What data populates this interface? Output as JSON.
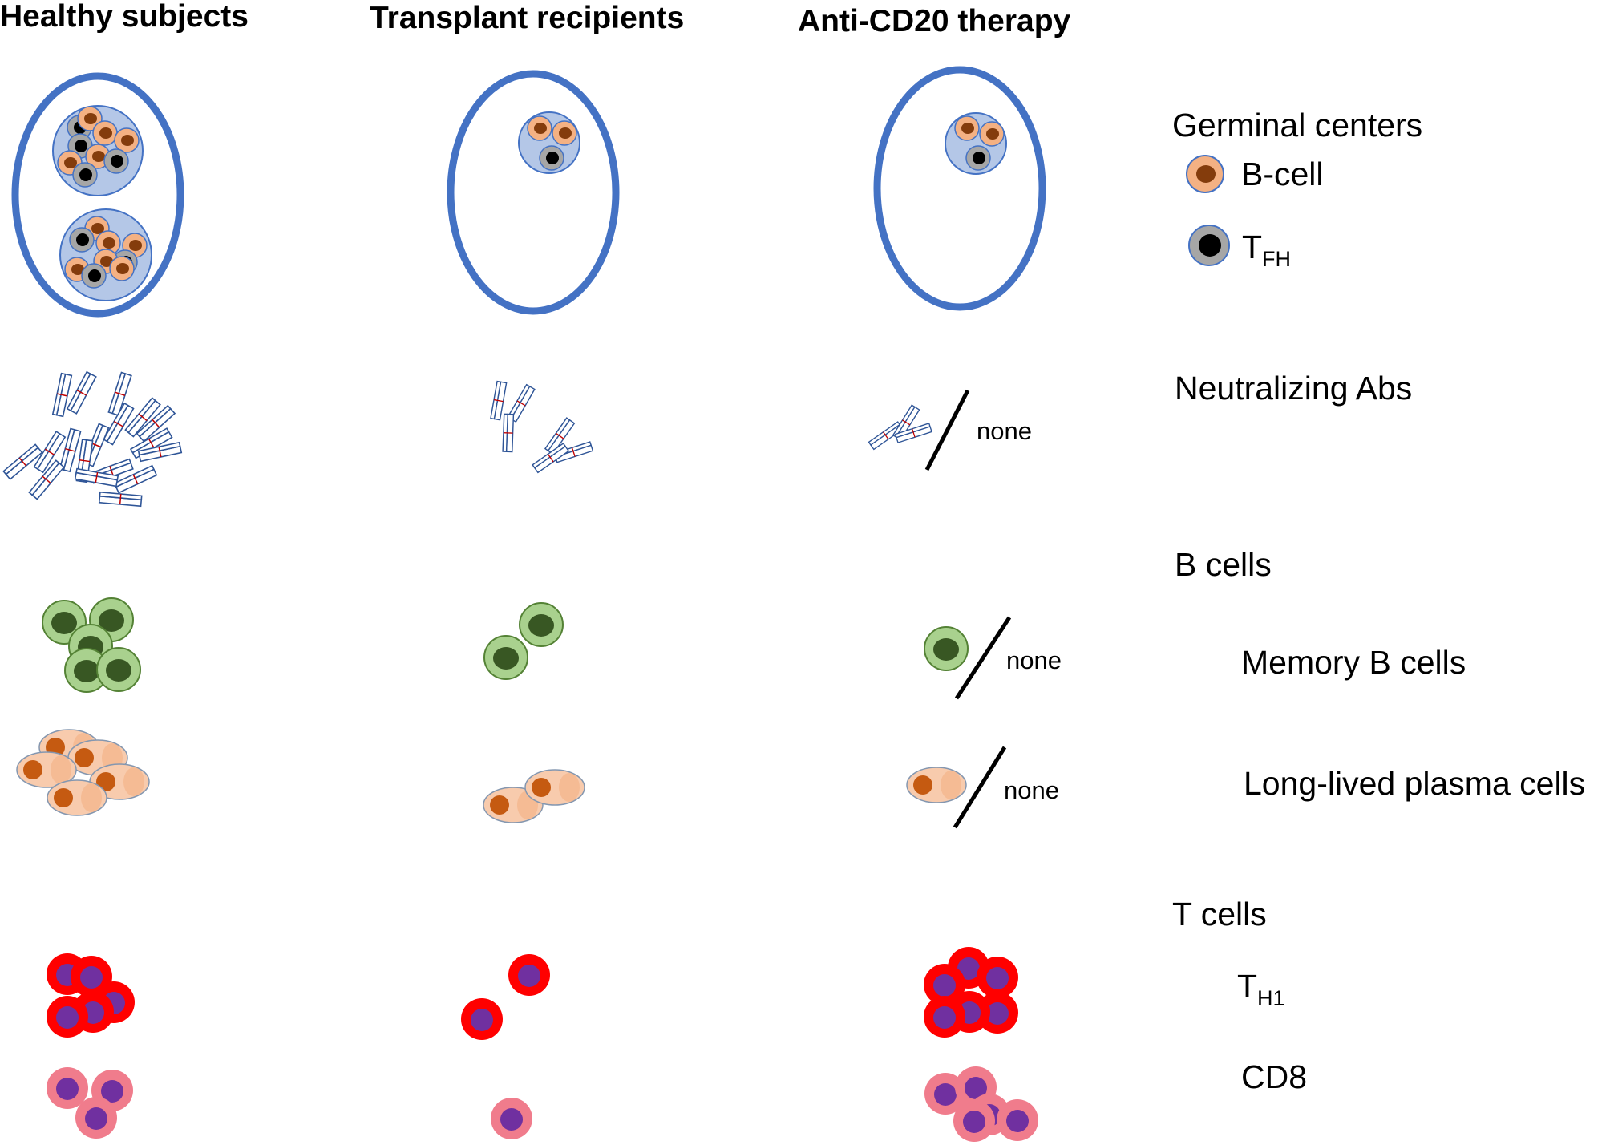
{
  "columns": {
    "healthy": "Healthy subjects",
    "transplant": "Transplant recipients",
    "anti_cd20": "Anti-CD20 therapy"
  },
  "legend": {
    "germinal_centers": "Germinal centers",
    "b_cell": "B-cell",
    "tfh_main": "T",
    "tfh_sub": "FH",
    "neutralizing_abs": "Neutralizing Abs",
    "b_cells": "B cells",
    "memory_b_cells": "Memory B cells",
    "long_lived_plasma_cells": "Long-lived plasma cells",
    "t_cells": "T cells",
    "th1_main": "T",
    "th1_sub": "H1",
    "cd8": "CD8"
  },
  "none_label": "none",
  "colors": {
    "follicle_outline": "#4472c4",
    "germinal_center_fill": "#b4c7e7",
    "b_cell_fill": "#f4b183",
    "b_cell_nucleus": "#843c0c",
    "tfh_fill": "#a6a6a6",
    "tfh_nucleus": "#000000",
    "antibody": "#2f5597",
    "memory_b_fill": "#a9d18e",
    "memory_b_nucleus": "#385723",
    "plasma_fill": "#f8cbad",
    "plasma_nucleus": "#c55a11",
    "th1_fill": "#ff0000",
    "cd8_fill": "#f07c8c",
    "t_cell_nucleus": "#7030a0"
  },
  "icons": {
    "slash": "slash-icon",
    "antibody": "antibody-icon"
  }
}
